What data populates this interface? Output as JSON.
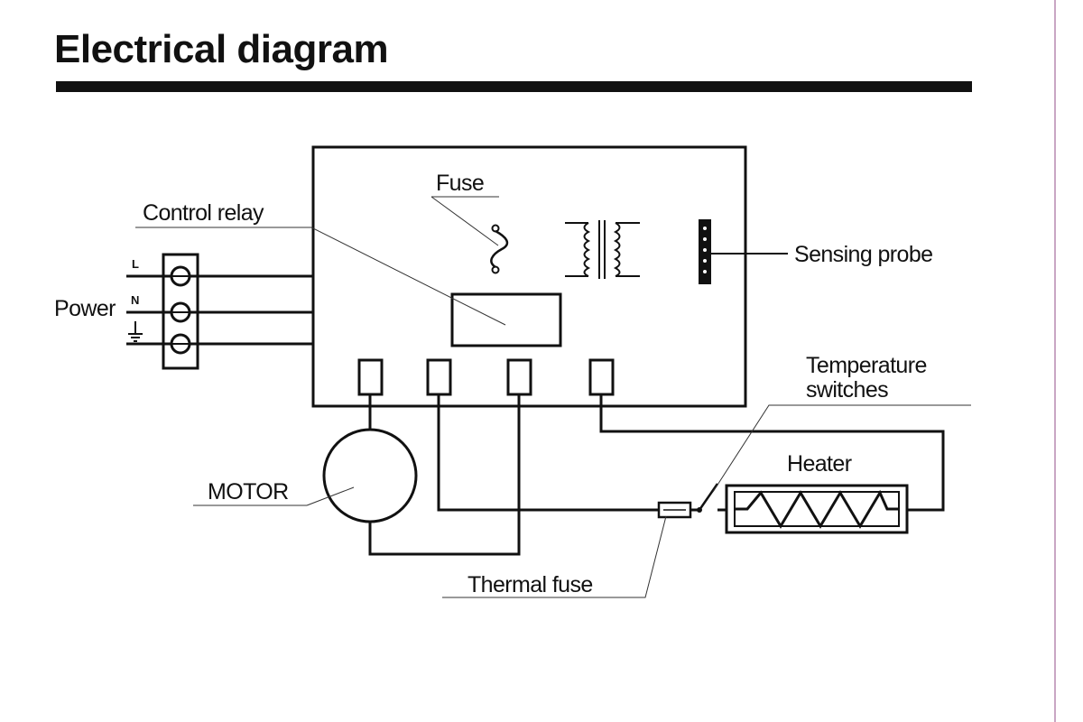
{
  "title": "Electrical diagram",
  "labels": {
    "fuse": "Fuse",
    "control_relay": "Control relay",
    "sensing_probe": "Sensing probe",
    "power": "Power",
    "line": "L",
    "neutral": "N",
    "temperature_switches_line1": "Temperature",
    "temperature_switches_line2": "switches",
    "heater": "Heater",
    "motor": "MOTOR",
    "thermal_fuse": "Thermal fuse"
  }
}
